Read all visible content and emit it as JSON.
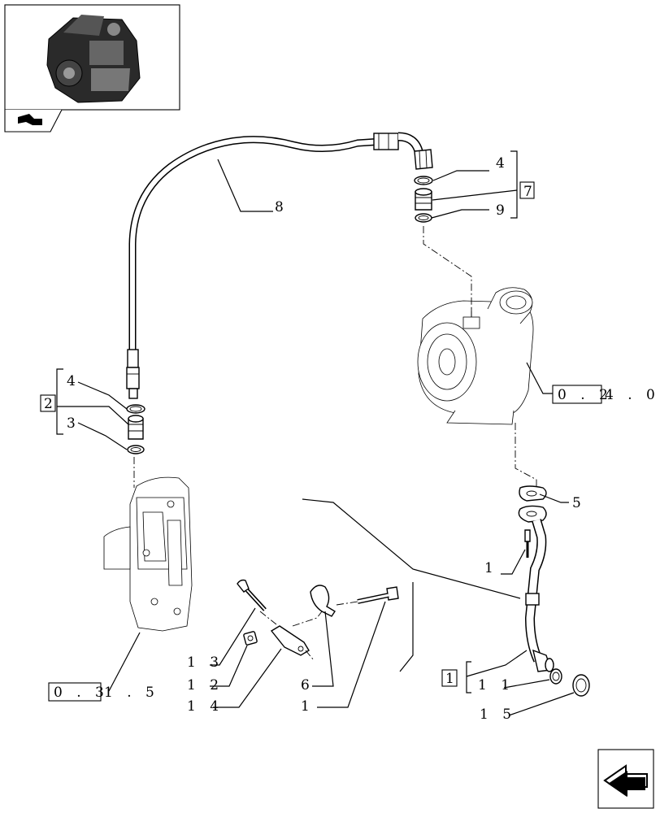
{
  "callouts": {
    "c4_top": "4",
    "c7": "7",
    "c9": "9",
    "c8": "8",
    "c4_left": "4",
    "c2": "2",
    "c3": "3",
    "c5": "5",
    "c1_right": "1",
    "c13": "1 3",
    "c12": "1 2",
    "c14": "1 4",
    "c6": "6",
    "c1_bottom": "1",
    "c1_box": "1",
    "c11": "1 1",
    "c15": "1 5"
  },
  "refs": {
    "turbo_ref_box": "0 . 2",
    "turbo_ref_tail": "4 . 0",
    "block_ref_box": "0 . 3",
    "block_ref_tail": "1 . 5"
  },
  "icons": [
    "engine-thumbnail",
    "nav-arrow-icon",
    "next-page-arrow-icon"
  ]
}
